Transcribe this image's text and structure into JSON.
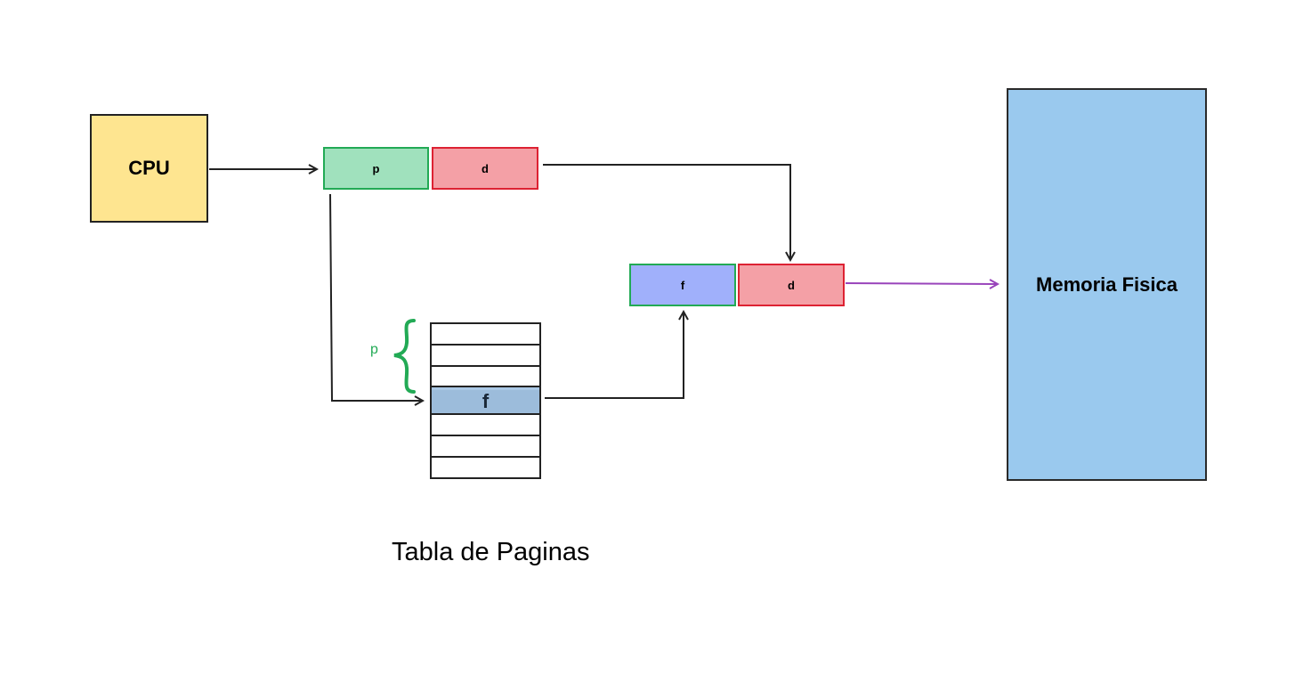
{
  "cpu": {
    "label": "CPU"
  },
  "logical_address": {
    "page": "p",
    "offset": "d"
  },
  "physical_address": {
    "frame": "f",
    "offset": "d"
  },
  "memory": {
    "label": "Memoria Fisica"
  },
  "page_table": {
    "rows": [
      "",
      "",
      "",
      "f",
      "",
      "",
      ""
    ],
    "selected_index": 3,
    "index_label": "p",
    "caption": "Tabla de Paginas"
  },
  "colors": {
    "cpu_fill": "#fee590",
    "page_fill": "#a0e1bd",
    "offset_fill": "#f4a0a6",
    "frame_fill": "#a0b0fb",
    "memory_fill": "#9ac9ee",
    "selected_row_fill": "#9cbcdb",
    "brace_color": "#22aa55",
    "memory_arrow_color": "#9944bb"
  }
}
